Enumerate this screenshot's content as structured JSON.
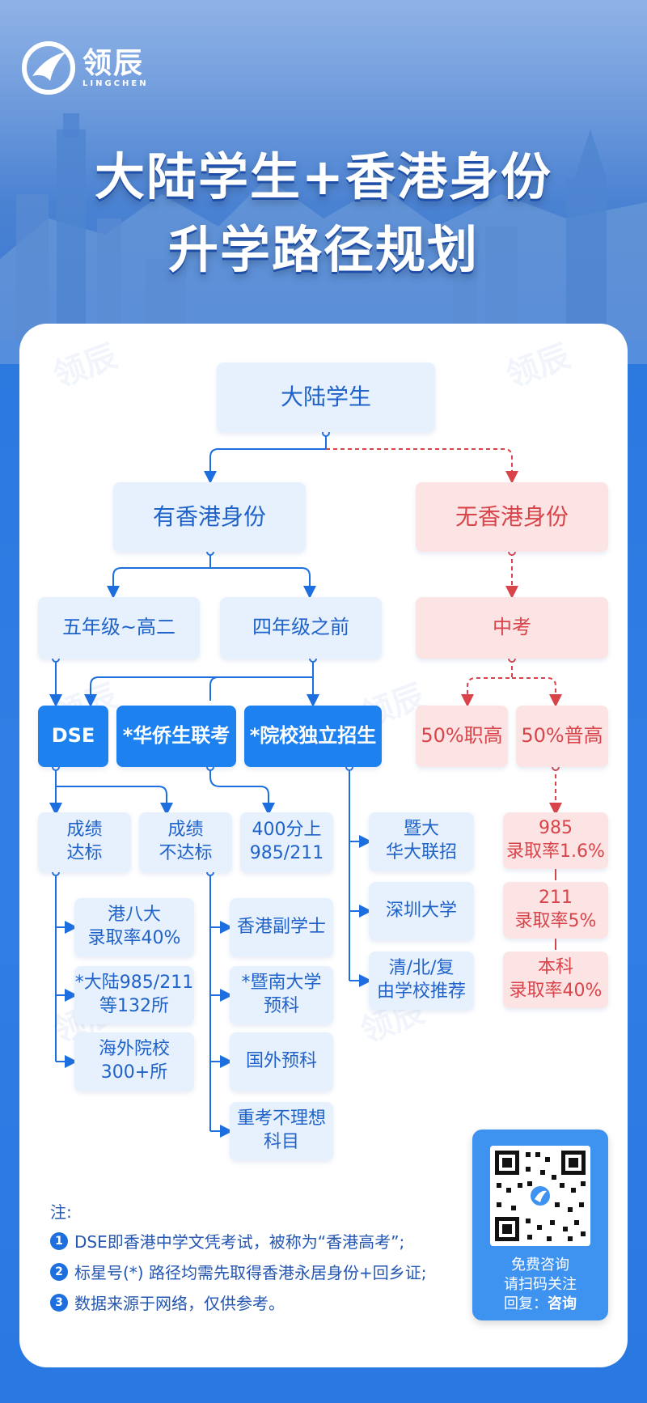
{
  "brand": {
    "name_cn": "领辰",
    "name_en": "LINGCHEN"
  },
  "title": {
    "line1": "大陆学生+香港身份",
    "line2": "升学路径规划"
  },
  "diagram": {
    "root": "大陆学生",
    "has_hk": "有香港身份",
    "no_hk": "无香港身份",
    "grade5_12": "五年级~高二",
    "before_grade4": "四年级之前",
    "zhongkao": "中考",
    "vocational": "50%职高",
    "general_hs": "50%普高",
    "dse": "DSE",
    "joint_exam": "*华侨生联考",
    "indep_admission": "*院校独立招生",
    "meet_standard": [
      "成绩",
      "达标"
    ],
    "not_meet": [
      "成绩",
      "不达标"
    ],
    "score400": [
      "400分上",
      "985/211"
    ],
    "hk8": [
      "港八大",
      "录取率40%"
    ],
    "mainland985": [
      "*大陆985/211",
      "等132所"
    ],
    "overseas": [
      "海外院校",
      "300+所"
    ],
    "hk_associate": "香港副学士",
    "jinan_prep": [
      "*暨南大学",
      "预科"
    ],
    "foreign_prep": "国外预科",
    "retake": [
      "重考不理想",
      "科目"
    ],
    "jinan_huaqiao": [
      "暨大",
      "华大联招"
    ],
    "shenzhen_u": "深圳大学",
    "tsinghua": [
      "清/北/复",
      "由学校推荐"
    ],
    "r985": [
      "985",
      "录取率1.6%"
    ],
    "r211": [
      "211",
      "录取率5%"
    ],
    "rbachelor": [
      "本科",
      "录取率40%"
    ]
  },
  "notes": {
    "heading": "注:",
    "items": [
      {
        "num": "1",
        "text": "DSE即香港中学文凭考试，被称为“香港高考”;"
      },
      {
        "num": "2",
        "text": "标星号(*) 路径均需先取得香港永居身份+回乡证;"
      },
      {
        "num": "3",
        "text": "数据来源于网络，仅供参考。"
      }
    ]
  },
  "qr": {
    "line1": "免费咨询",
    "line2": "请扫码关注",
    "line3_prefix": "回复：",
    "line3_key": "咨询"
  },
  "colors": {
    "blue": "#1f62c9",
    "red": "#d8444a",
    "solid": "#1d82f0"
  }
}
